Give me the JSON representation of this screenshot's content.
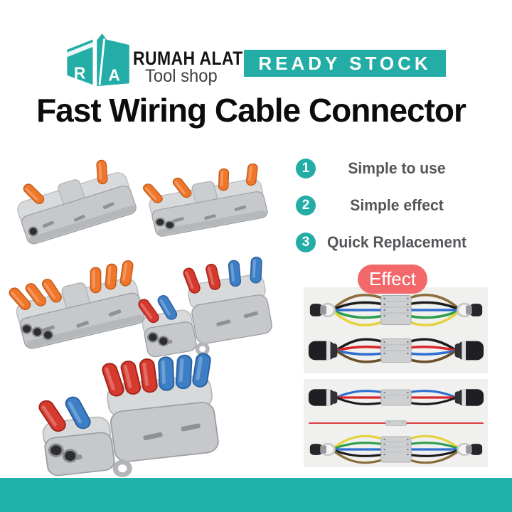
{
  "brand": {
    "name": "RUMAH ALAT",
    "tagline": "Tool shop",
    "logo_letters": [
      "R",
      "A"
    ]
  },
  "banner": {
    "label": "READY STOCK"
  },
  "title": "Fast Wiring Cable Connector",
  "features": [
    {
      "number": "1",
      "label": "Simple to use"
    },
    {
      "number": "2",
      "label": "Simple effect"
    },
    {
      "number": "3",
      "label": "Quick Replacement"
    }
  ],
  "effect_badge": {
    "label": "Effect"
  },
  "colors": {
    "teal": "#23ADA6",
    "teal_bar": "#1FB2AA",
    "badge_red": "#F2686B",
    "panel_bg": "#F0F0EE",
    "text_dark": "#0D0D0D",
    "text_gray": "#55565A",
    "body_gray": "#C6C8CB",
    "deck_gray": "#D7D9DB",
    "lever_orange": "#F0762C",
    "lever_red": "#D63A2F",
    "lever_blue": "#3D7FC6"
  },
  "products": [
    {
      "name": "connector-1-to-1",
      "style": "inline",
      "lever_colors_in": [
        "orange"
      ],
      "lever_colors_out": [
        "orange"
      ],
      "holes": 1,
      "rot": -18
    },
    {
      "name": "connector-2-to-2",
      "style": "inline",
      "lever_colors_in": [
        "orange",
        "orange"
      ],
      "lever_colors_out": [
        "orange",
        "orange"
      ],
      "holes": 2,
      "rot": -12
    },
    {
      "name": "connector-3-to-3",
      "style": "inline",
      "lever_colors_in": [
        "orange",
        "orange",
        "orange"
      ],
      "lever_colors_out": [
        "orange",
        "orange",
        "orange"
      ],
      "holes": 3,
      "rot": -14
    },
    {
      "name": "connector-2-to-4",
      "style": "splitter",
      "lever_colors_in": [
        "red",
        "blue"
      ],
      "lever_colors_out": [
        "red",
        "red",
        "blue",
        "blue"
      ],
      "holes": 2,
      "rot": -10
    },
    {
      "name": "connector-2-to-6",
      "style": "splitter",
      "lever_colors_in": [
        "red",
        "blue"
      ],
      "lever_colors_out": [
        "red",
        "red",
        "red",
        "blue",
        "blue",
        "blue"
      ],
      "holes": 2,
      "rot": -7
    }
  ],
  "effect_photos": {
    "panels": [
      {
        "rows": [
          {
            "wires": [
              "#8A6D3B",
              "#1C1C1C",
              "#2F6FD0",
              "#2F9E4F",
              "#E6D23E"
            ],
            "gangs": 4,
            "ends": "gland"
          },
          {
            "wires": [
              "#1C1C1C",
              "#D8262A",
              "#2F6FD0",
              "#6B4F2A"
            ],
            "gangs": 3,
            "ends": "cap"
          }
        ]
      },
      {
        "rows": [
          {
            "wires": [
              "#2F6FD0",
              "#D8262A",
              "#1C1C1C"
            ],
            "gangs": 2,
            "ends": "cap"
          },
          {
            "wires": [
              "#D8262A"
            ],
            "gangs": 1,
            "ends": "none"
          },
          {
            "wires": [
              "#E6D23E",
              "#2F9E4F",
              "#2F6FD0",
              "#1C1C1C",
              "#8A6D3B"
            ],
            "gangs": 4,
            "ends": "gland"
          }
        ]
      }
    ]
  }
}
